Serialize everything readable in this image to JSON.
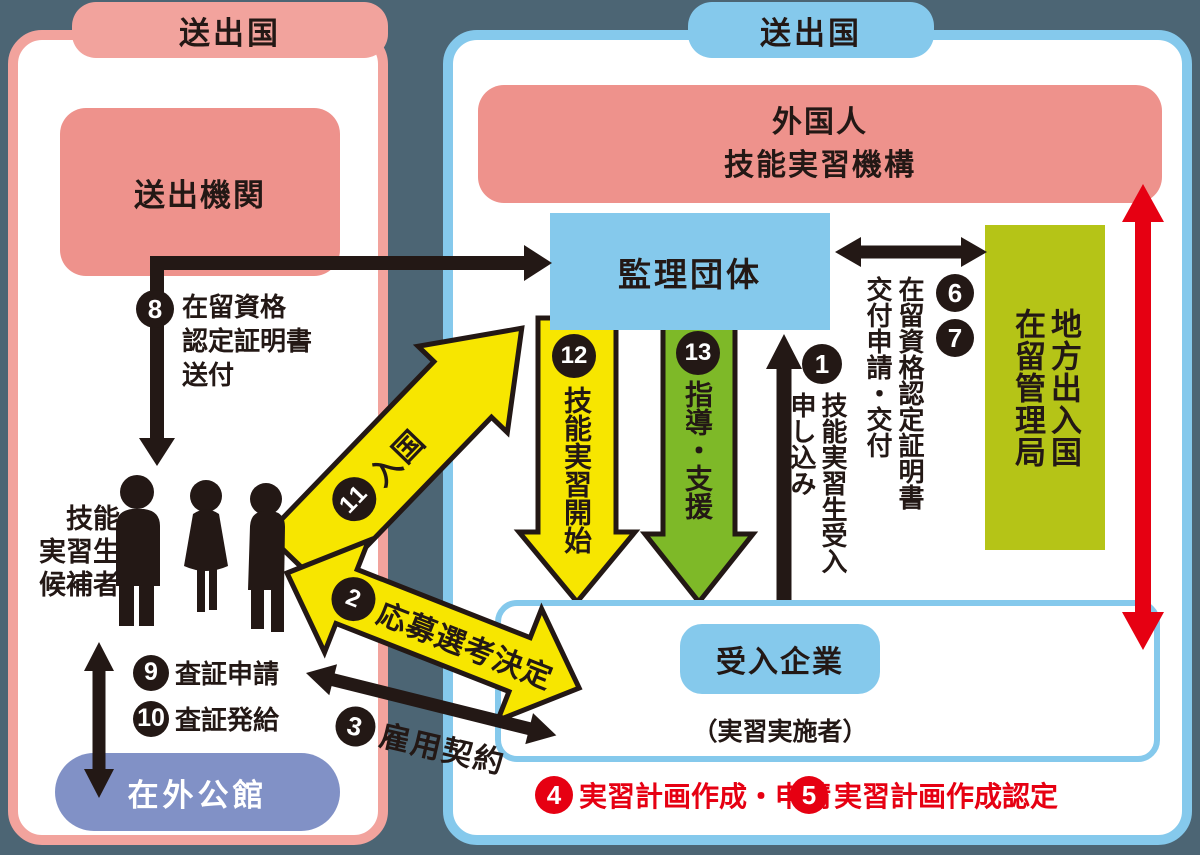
{
  "colors": {
    "background": "#4c6574",
    "pink_box": "#ee928c",
    "pink_border": "#f2a39d",
    "blue": "#85c9ec",
    "green_box": "#b5c417",
    "yellow_arrow": "#f7e600",
    "green_arrow": "#7eb928",
    "periwinkle": "#8191c6",
    "red": "#e60012",
    "ink": "#231815"
  },
  "left_panel": {
    "tab": "送出国",
    "sending_org": "送出機関",
    "step8": {
      "num": "8",
      "line1": "在留資格",
      "line2": "認定証明書",
      "line3": "送付"
    },
    "candidates": {
      "line1": "技能",
      "line2": "実習生",
      "line3": "候補者"
    },
    "step9": {
      "num": "9",
      "label": "査証申請"
    },
    "step10": {
      "num": "10",
      "label": "査証発給"
    },
    "overseas_mission": "在外公館"
  },
  "right_panel": {
    "tab": "送出国",
    "otit_line1": "外国人",
    "otit_line2": "技能実習機構",
    "supervising_org": "監理団体",
    "bureau": {
      "col1": "地方出入国",
      "col2": "在留管理局"
    },
    "step6": {
      "num": "6"
    },
    "step7": {
      "num": "7"
    },
    "step67_text": {
      "col1": "在留資格認定証明書",
      "col2": "交付申請・交付"
    },
    "step1": {
      "num": "1",
      "col1": "技能実習生受入",
      "col2": "申し込み"
    },
    "step12": {
      "num": "12",
      "label": "技能実習開始"
    },
    "step13": {
      "num": "13",
      "label": "指導・支援"
    },
    "accepting_company": "受入企業",
    "accepting_company_sub": "（実習実施者）",
    "step4": {
      "num": "4",
      "label": "実習計画作成・申請"
    },
    "step5": {
      "num": "5",
      "label": "実習計画作成認定"
    }
  },
  "connectors": {
    "step11": {
      "num": "11",
      "label": "入国"
    },
    "step2": {
      "num": "2",
      "label": "応募選考決定"
    },
    "step3": {
      "num": "3",
      "label": "雇用契約"
    }
  }
}
